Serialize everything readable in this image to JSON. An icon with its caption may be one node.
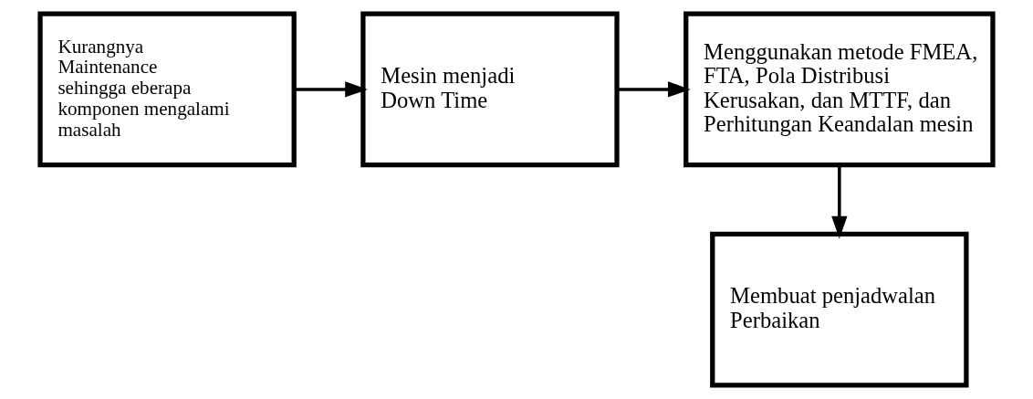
{
  "diagram": {
    "nodes": [
      {
        "text": [
          "Kurangnya Maintenance sehingga eberapa komponen mengalami masalah"
        ]
      },
      {
        "text": [
          "Mesin menjadi Down Time"
        ]
      },
      {
        "text": [
          "Menggunakan metode FMEA, FTA, Pola Distribusi Kerusakan, dan MTTF, dan Perhitungan Keandalan mesin"
        ]
      },
      {
        "text": [
          "Membuat penjadwalan Perbaikan"
        ]
      }
    ],
    "edges": [
      {
        "from": 0,
        "to": 1,
        "arrow": "to"
      },
      {
        "from": 1,
        "to": 2,
        "arrow": "to"
      },
      {
        "from": 2,
        "to": 3,
        "arrow": "to"
      }
    ]
  }
}
